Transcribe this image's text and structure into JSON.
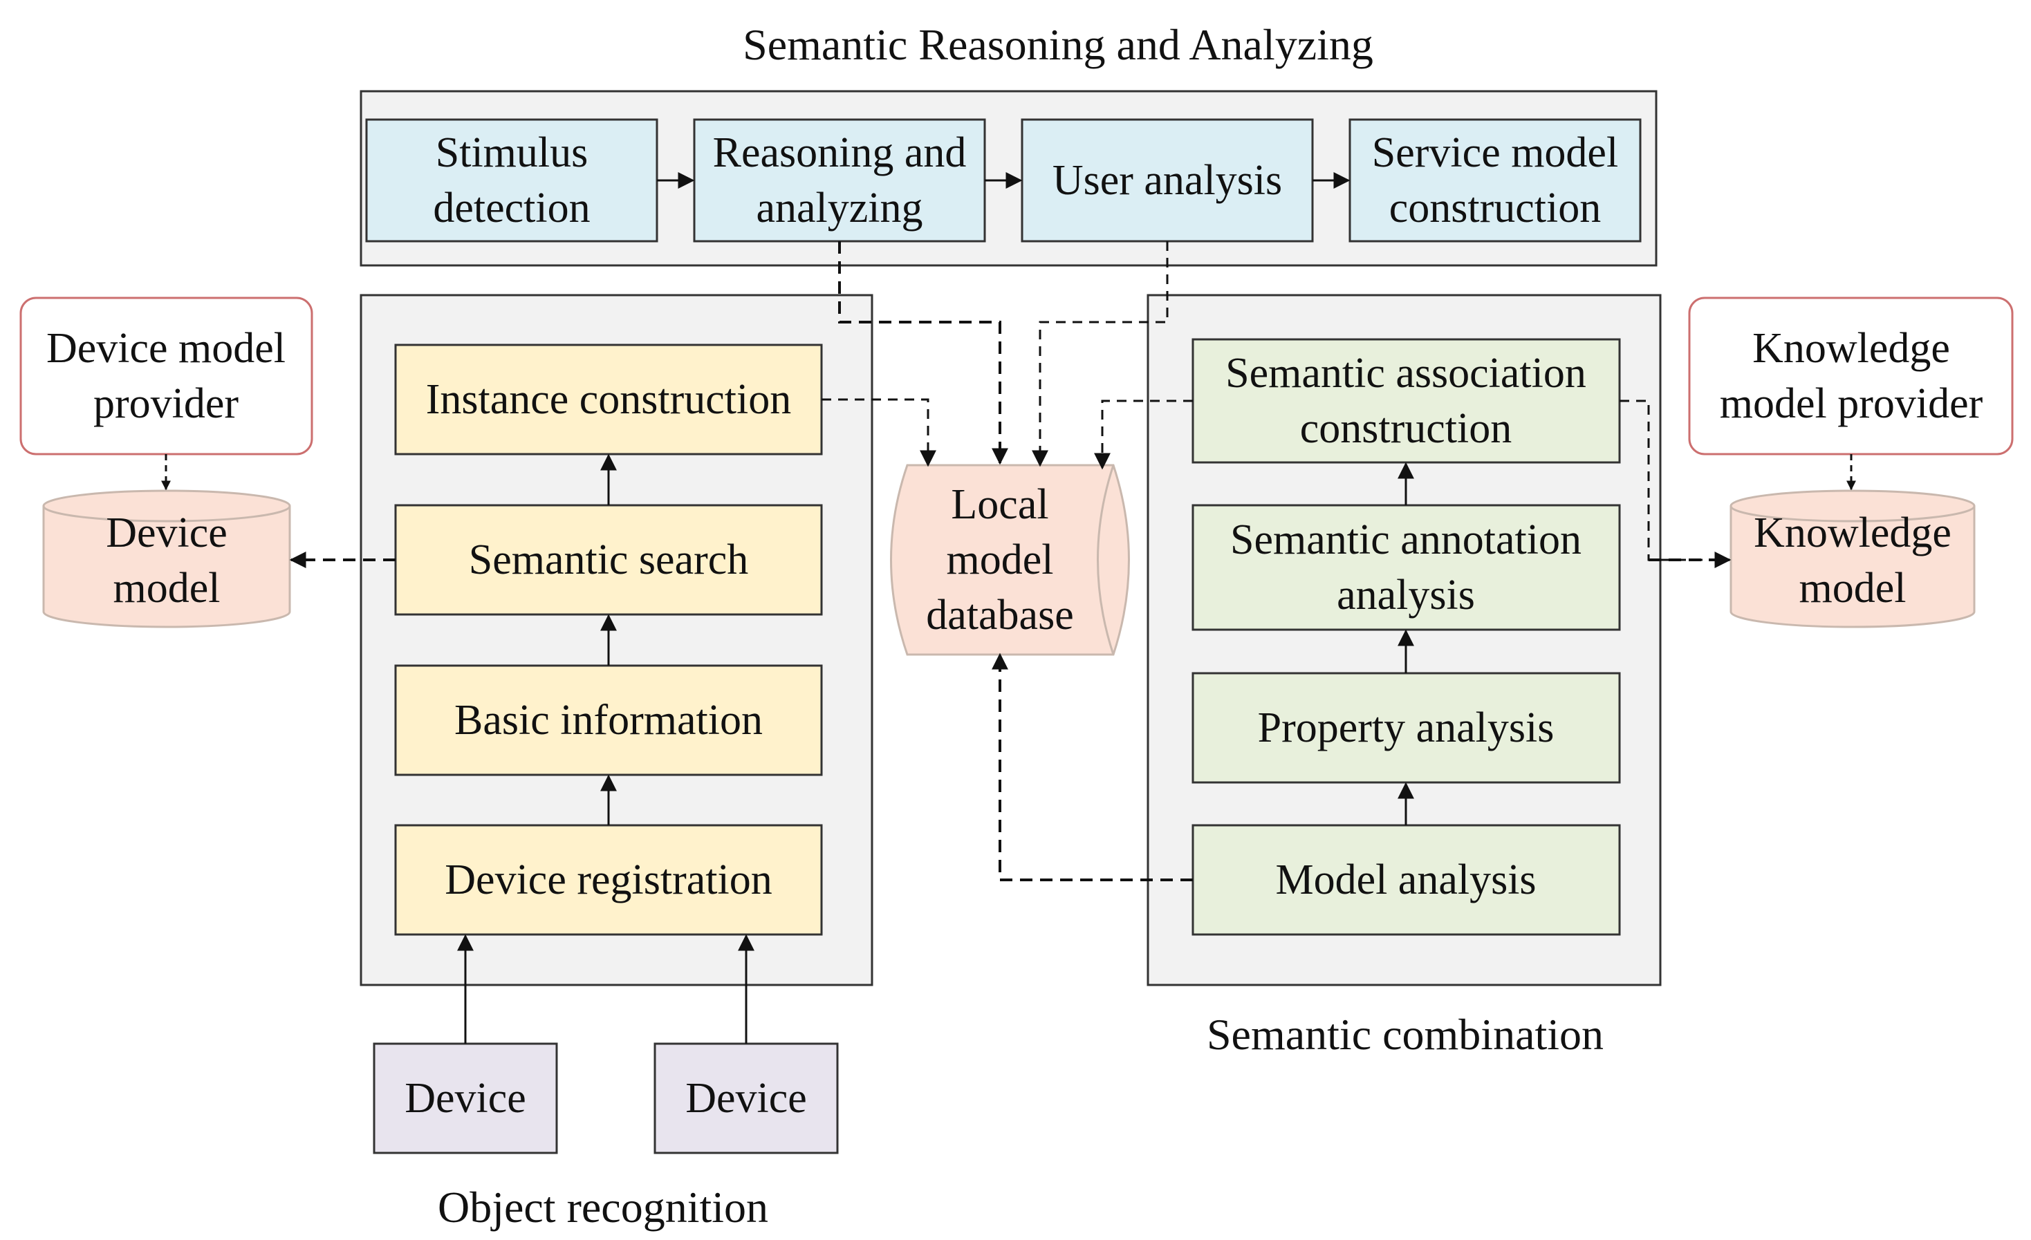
{
  "captions": {
    "top": "Semantic Reasoning and Analyzing",
    "left": "Object recognition",
    "right": "Semantic combination"
  },
  "reasoning": {
    "stimulus": [
      "Stimulus",
      "detection"
    ],
    "reasoning": [
      "Reasoning and",
      "analyzing"
    ],
    "user": [
      "User analysis"
    ],
    "service": [
      "Service model",
      "construction"
    ]
  },
  "recognition": {
    "instance": [
      "Instance construction"
    ],
    "search": [
      "Semantic search"
    ],
    "basic": [
      "Basic information"
    ],
    "registration": [
      "Device registration"
    ]
  },
  "devices": {
    "device1": [
      "Device"
    ],
    "device2": [
      "Device"
    ]
  },
  "combination": {
    "association": [
      "Semantic association",
      "construction"
    ],
    "annotation": [
      "Semantic annotation",
      "analysis"
    ],
    "property": [
      "Property analysis"
    ],
    "model": [
      "Model analysis"
    ]
  },
  "providers": {
    "device_provider": [
      "Device model",
      "provider"
    ],
    "knowledge_provider": [
      "Knowledge",
      "model provider"
    ]
  },
  "stores": {
    "device_model": [
      "Device",
      "model"
    ],
    "knowledge_model": [
      "Knowledge",
      "model"
    ],
    "local_db": [
      "Local",
      "model",
      "database"
    ]
  },
  "colors": {
    "reasoning_fill": "#dbeef4",
    "recognition_fill": "#fff2cc",
    "combination_fill": "#e8f0dc",
    "device_fill": "#e8e4ee",
    "store_fill": "#fbe1d6",
    "store_stroke": "#c9b8ae",
    "provider_stroke": "#cc6f6f",
    "container_fill": "#f2f2f2"
  }
}
